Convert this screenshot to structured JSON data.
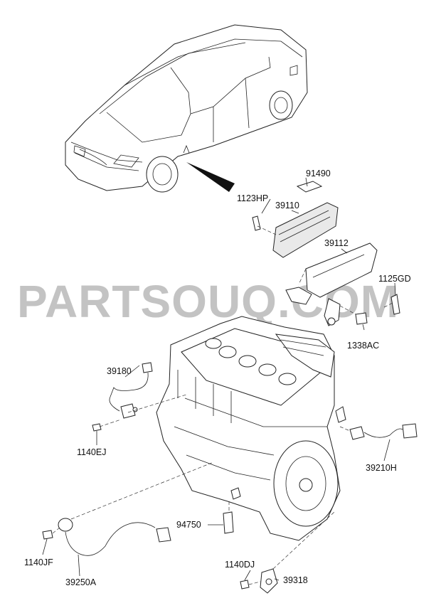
{
  "watermark": "PARTSOUQ.COM",
  "labels": {
    "p91490": "91490",
    "p1123HP": "1123HP",
    "p39110": "39110",
    "p39112": "39112",
    "p1125GD": "1125GD",
    "p1338AC": "1338AC",
    "p39180": "39180",
    "p1140EJ": "1140EJ",
    "p39210H": "39210H",
    "p94750": "94750",
    "p1140JF": "1140JF",
    "p39250A": "39250A",
    "p1140DJ": "1140DJ",
    "p39318": "39318"
  }
}
